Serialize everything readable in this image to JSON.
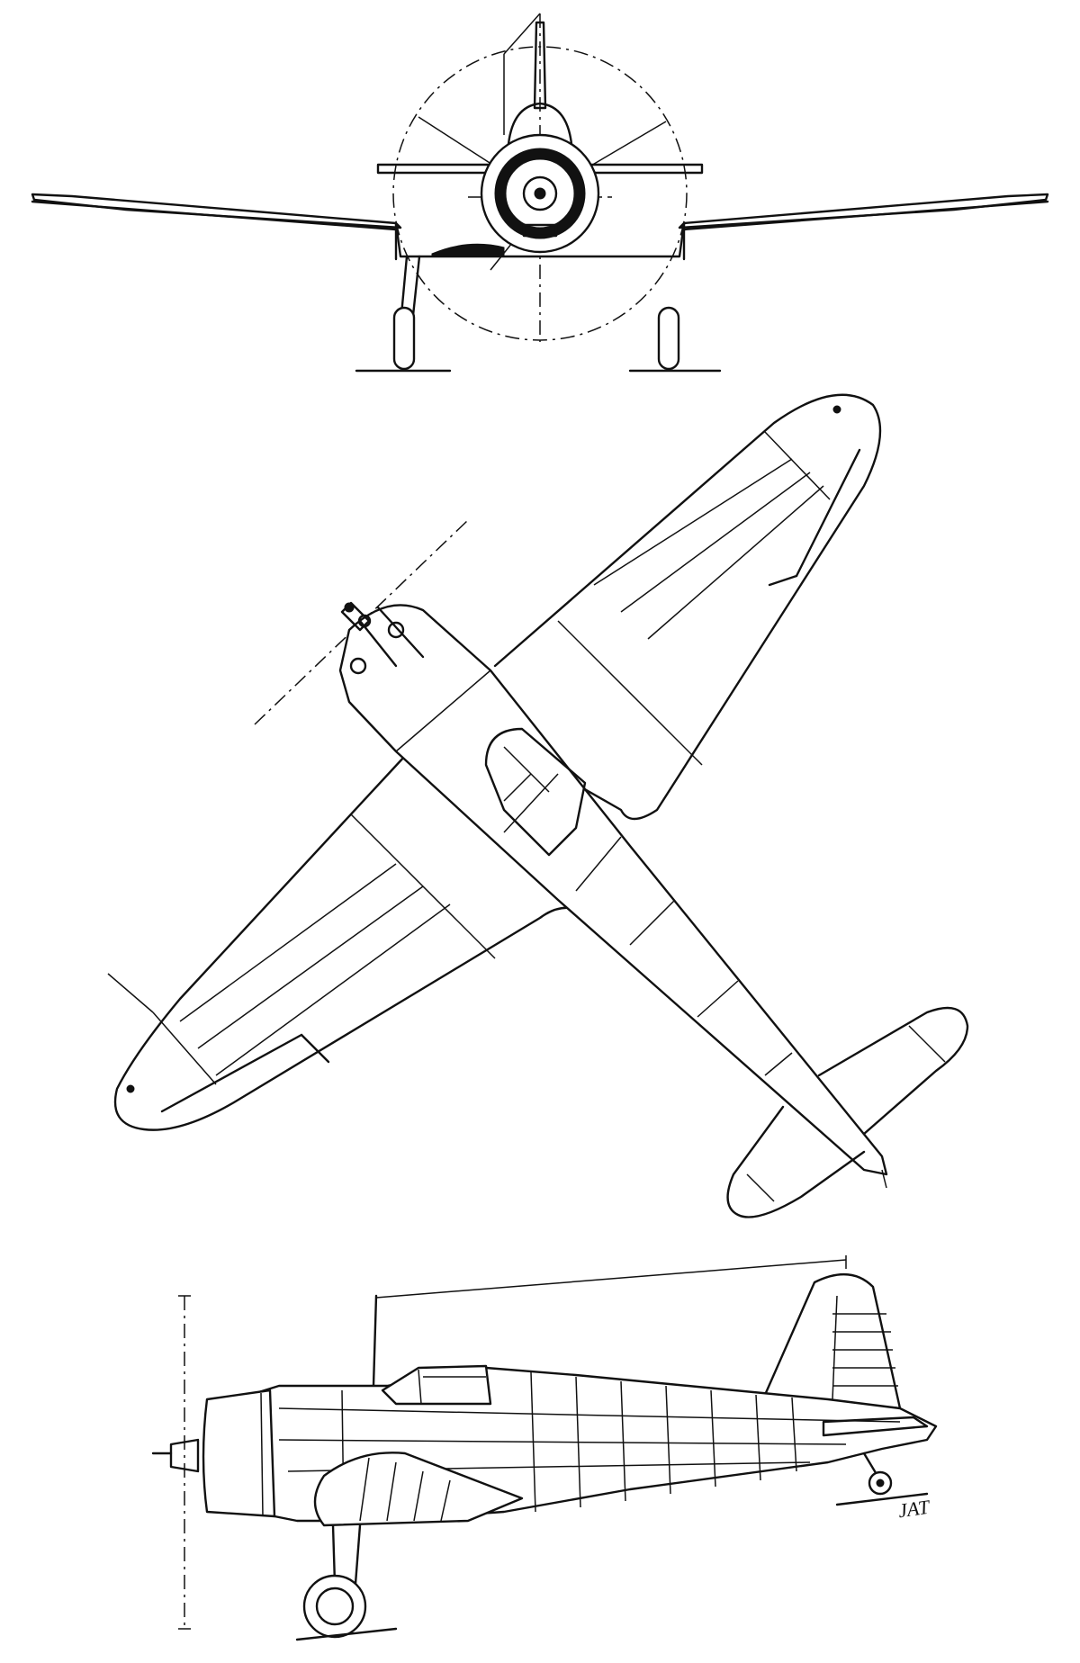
{
  "drawing": {
    "views": [
      "front-view",
      "top-view",
      "side-view"
    ],
    "line_color": "#111111",
    "background": "#ffffff",
    "signature": "JAT"
  }
}
